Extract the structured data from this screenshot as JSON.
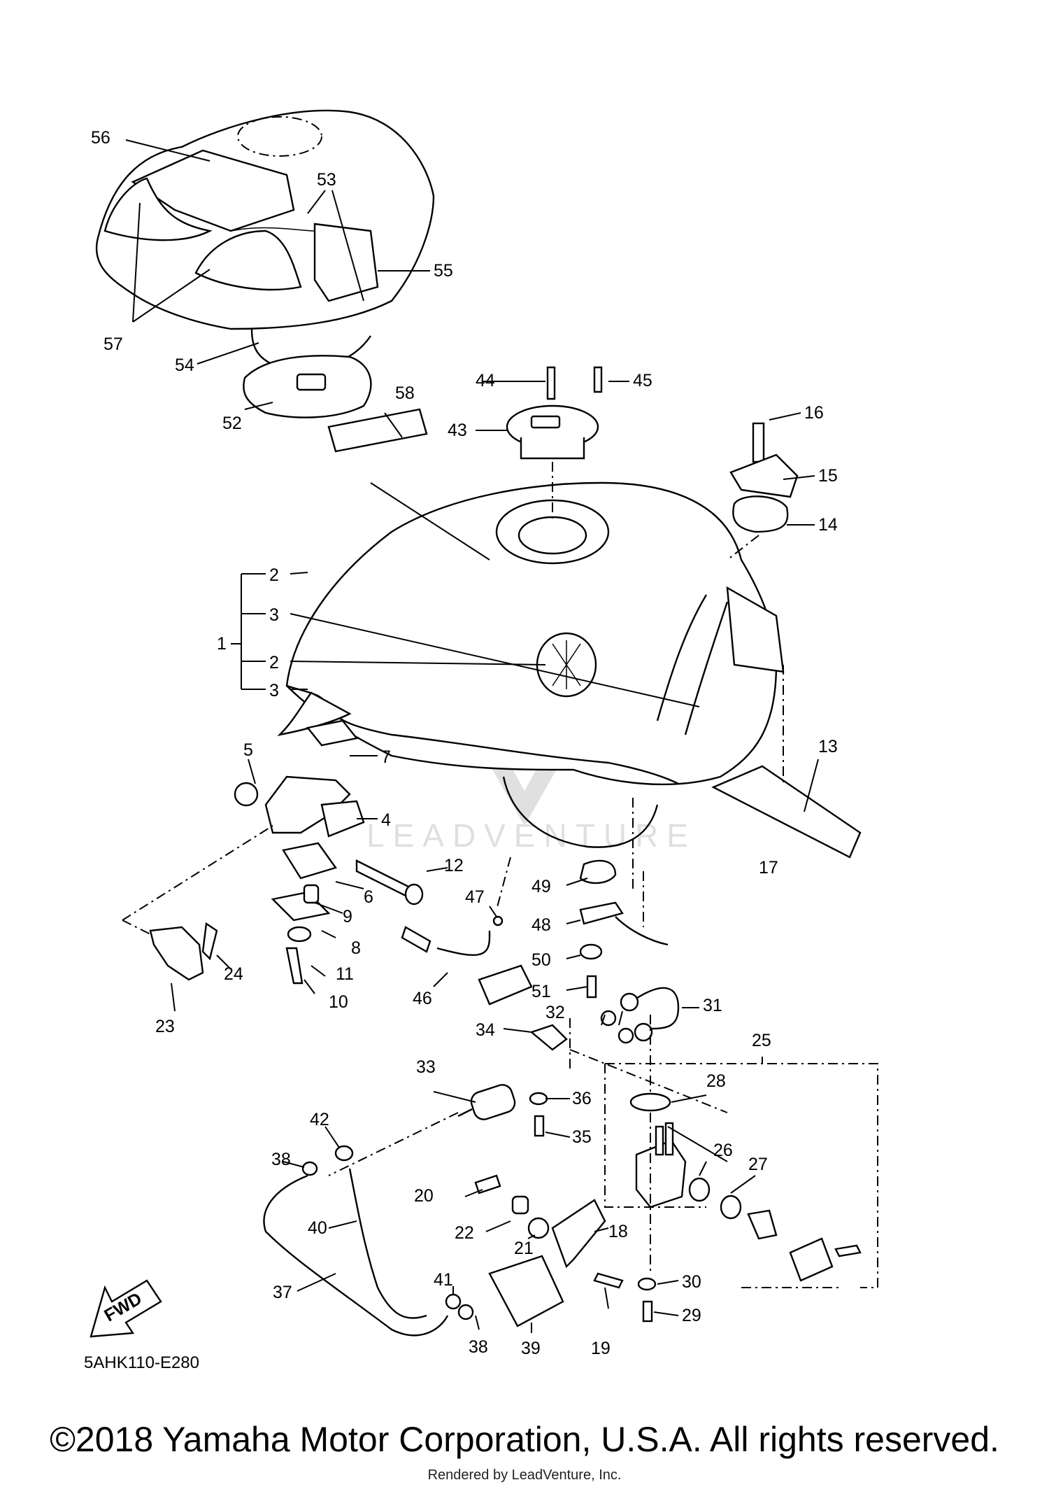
{
  "diagram": {
    "code": "5AHK110-E280",
    "fwd_label": "FWD",
    "watermark": "LEADVENTURE",
    "labels": {
      "l1": "1",
      "l2a": "2",
      "l2b": "2",
      "l3a": "3",
      "l3b": "3",
      "l3c": "3",
      "l4": "4",
      "l5": "5",
      "l6": "6",
      "l7": "7",
      "l8": "8",
      "l9": "9",
      "l10": "10",
      "l11": "11",
      "l12": "12",
      "l13": "13",
      "l14": "14",
      "l15": "15",
      "l16": "16",
      "l17": "17",
      "l18": "18",
      "l19": "19",
      "l20": "20",
      "l21": "21",
      "l22": "22",
      "l23": "23",
      "l24": "24",
      "l25": "25",
      "l26": "26",
      "l27": "27",
      "l28": "28",
      "l29": "29",
      "l30": "30",
      "l31": "31",
      "l32": "32",
      "l33": "33",
      "l34": "34",
      "l35": "35",
      "l36": "36",
      "l37": "37",
      "l38a": "38",
      "l38b": "38",
      "l39": "39",
      "l40": "40",
      "l41": "41",
      "l42": "42",
      "l43": "43",
      "l44": "44",
      "l45": "45",
      "l46": "46",
      "l47": "47",
      "l48": "48",
      "l49": "49",
      "l50": "50",
      "l51": "51",
      "l52": "52",
      "l53": "53",
      "l54": "54",
      "l55": "55",
      "l56": "56",
      "l57": "57",
      "l58": "58"
    }
  },
  "footer": {
    "copyright": "©2018 Yamaha Motor Corporation, U.S.A. All rights reserved.",
    "rendered_by": "Rendered by LeadVenture, Inc."
  }
}
